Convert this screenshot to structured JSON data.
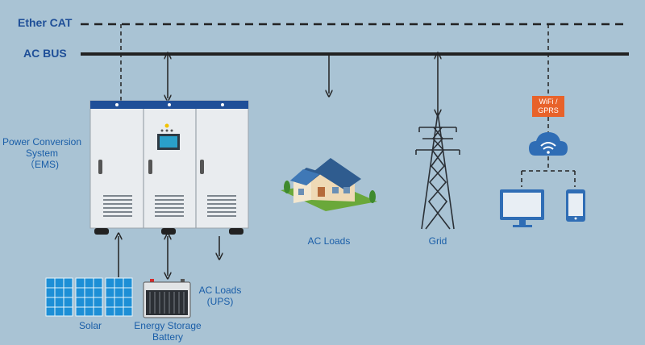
{
  "buses": {
    "ethercat": "Ether CAT",
    "ac_bus": "AC BUS"
  },
  "labels": {
    "pcs": "Power Conversion\nSystem\n（EMS)",
    "solar": "Solar",
    "battery": "Energy Storage\nBattery",
    "ups_loads": "AC Loads\n(UPS)",
    "ac_loads": "AC Loads",
    "grid": "Grid",
    "wifi": "WiFi /\nGPRS"
  },
  "icons": [
    "cabinet-icon",
    "solar-panel-icon",
    "battery-icon",
    "house-icon",
    "transmission-tower-icon",
    "cloud-wifi-icon",
    "monitor-icon",
    "smartphone-icon"
  ],
  "colors": {
    "background": "#a9c3d4",
    "line": "#222222",
    "label": "#1a5ea8",
    "wifi_badge": "#e8622a",
    "cloud": "#2f6db5"
  }
}
